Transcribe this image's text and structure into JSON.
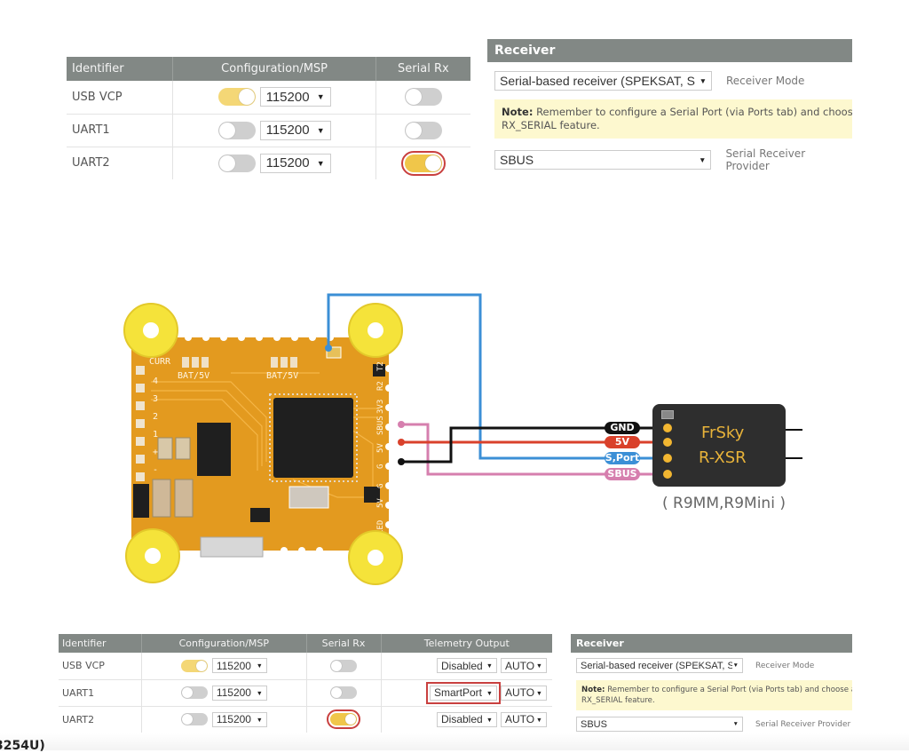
{
  "top_panel": {
    "ports_table": {
      "headers": [
        "Identifier",
        "Configuration/MSP",
        "Serial Rx"
      ],
      "rows": [
        {
          "identifier": "USB VCP",
          "msp_enabled": true,
          "baud": "115200",
          "serial_rx": false
        },
        {
          "identifier": "UART1",
          "msp_enabled": false,
          "baud": "115200",
          "serial_rx": false
        },
        {
          "identifier": "UART2",
          "msp_enabled": false,
          "baud": "115200",
          "serial_rx": true,
          "serial_rx_highlighted": true
        }
      ]
    },
    "receiver": {
      "title": "Receiver",
      "mode_value": "Serial-based receiver (SPEKSAT, S",
      "mode_label": "Receiver Mode",
      "note_bold": "Note:",
      "note_line1": " Remember to configure a Serial Port (via Ports tab) and choose a S",
      "note_line2": "RX_SERIAL feature.",
      "provider_value": "SBUS",
      "provider_label": "Serial Receiver Provider"
    }
  },
  "diagram": {
    "fc_pad_labels": [
      "T2",
      "R2",
      "3V3",
      "SBUS",
      "5V",
      "G",
      "G",
      "5V",
      "LED"
    ],
    "fc_left_labels": [
      "CURR",
      "4",
      "3",
      "2",
      "1",
      "+",
      "-"
    ],
    "fc_top_labels": [
      "BAT/5V",
      "BAT/5V"
    ],
    "wires": [
      {
        "label": "GND",
        "color": "#111111"
      },
      {
        "label": "5V",
        "color": "#d9412b"
      },
      {
        "label": "S,Port",
        "color": "#3b8fd6"
      },
      {
        "label": "SBUS",
        "color": "#d67fae"
      }
    ],
    "receiver_device": {
      "brand": "FrSky",
      "model": "R-XSR",
      "compatible": "( R9MM,R9Mini )"
    }
  },
  "bottom_panel": {
    "ports_table": {
      "headers": [
        "Identifier",
        "Configuration/MSP",
        "Serial Rx",
        "Telemetry Output"
      ],
      "rows": [
        {
          "identifier": "USB VCP",
          "msp_enabled": true,
          "baud": "115200",
          "serial_rx": false,
          "telemetry": "Disabled",
          "telemetry_baud": "AUTO"
        },
        {
          "identifier": "UART1",
          "msp_enabled": false,
          "baud": "115200",
          "serial_rx": false,
          "telemetry": "SmartPort",
          "telemetry_baud": "AUTO",
          "telemetry_highlighted": true
        },
        {
          "identifier": "UART2",
          "msp_enabled": false,
          "baud": "115200",
          "serial_rx": true,
          "telemetry": "Disabled",
          "telemetry_baud": "AUTO",
          "serial_rx_highlighted": true
        }
      ]
    },
    "receiver": {
      "title": "Receiver",
      "mode_value": "Serial-based receiver (SPEKSAT, S",
      "mode_label": "Receiver Mode",
      "note_bold": "Note:",
      "note_line1": " Remember to configure a Serial Port (via Ports tab) and choose a S",
      "note_line2": "RX_SERIAL feature.",
      "provider_value": "SBUS",
      "provider_label": "Serial Receiver Provider"
    }
  },
  "footer_fragment": "3254U)"
}
